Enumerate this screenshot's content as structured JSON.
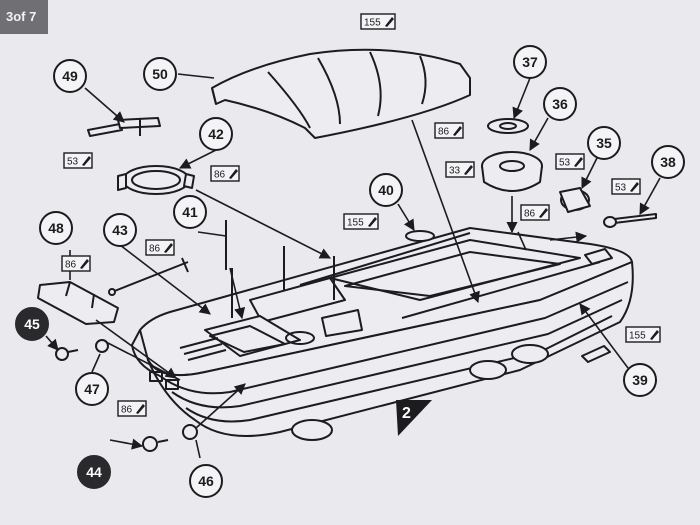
{
  "page": {
    "corner_label": "3of 7",
    "step_number": "2"
  },
  "callouts": [
    {
      "id": "p49",
      "number": "49",
      "style": "outline"
    },
    {
      "id": "p50",
      "number": "50",
      "style": "outline"
    },
    {
      "id": "p42",
      "number": "42",
      "style": "outline"
    },
    {
      "id": "p37",
      "number": "37",
      "style": "outline"
    },
    {
      "id": "p36",
      "number": "36",
      "style": "outline"
    },
    {
      "id": "p35",
      "number": "35",
      "style": "outline"
    },
    {
      "id": "p38",
      "number": "38",
      "style": "outline"
    },
    {
      "id": "p40",
      "number": "40",
      "style": "outline"
    },
    {
      "id": "p41",
      "number": "41",
      "style": "outline"
    },
    {
      "id": "p43",
      "number": "43",
      "style": "outline"
    },
    {
      "id": "p48",
      "number": "48",
      "style": "outline"
    },
    {
      "id": "p45",
      "number": "45",
      "style": "filled"
    },
    {
      "id": "p47",
      "number": "47",
      "style": "outline"
    },
    {
      "id": "p44",
      "number": "44",
      "style": "filled"
    },
    {
      "id": "p46",
      "number": "46",
      "style": "outline"
    },
    {
      "id": "p39",
      "number": "39",
      "style": "outline"
    }
  ],
  "paint_tags": [
    {
      "id": "t155top",
      "code": "155"
    },
    {
      "id": "t53a",
      "code": "53"
    },
    {
      "id": "t86a",
      "code": "86"
    },
    {
      "id": "t86b",
      "code": "86"
    },
    {
      "id": "t33",
      "code": "33"
    },
    {
      "id": "t53b",
      "code": "53"
    },
    {
      "id": "t53c",
      "code": "53"
    },
    {
      "id": "t86c",
      "code": "86"
    },
    {
      "id": "t155b",
      "code": "155"
    },
    {
      "id": "t86d",
      "code": "86"
    },
    {
      "id": "t86e",
      "code": "86"
    },
    {
      "id": "t86f",
      "code": "86"
    },
    {
      "id": "t155c",
      "code": "155"
    }
  ],
  "colors": {
    "paper": "#e9e9ee",
    "ink": "#1c1c1f",
    "filled_callout": "#2a2a2c"
  }
}
